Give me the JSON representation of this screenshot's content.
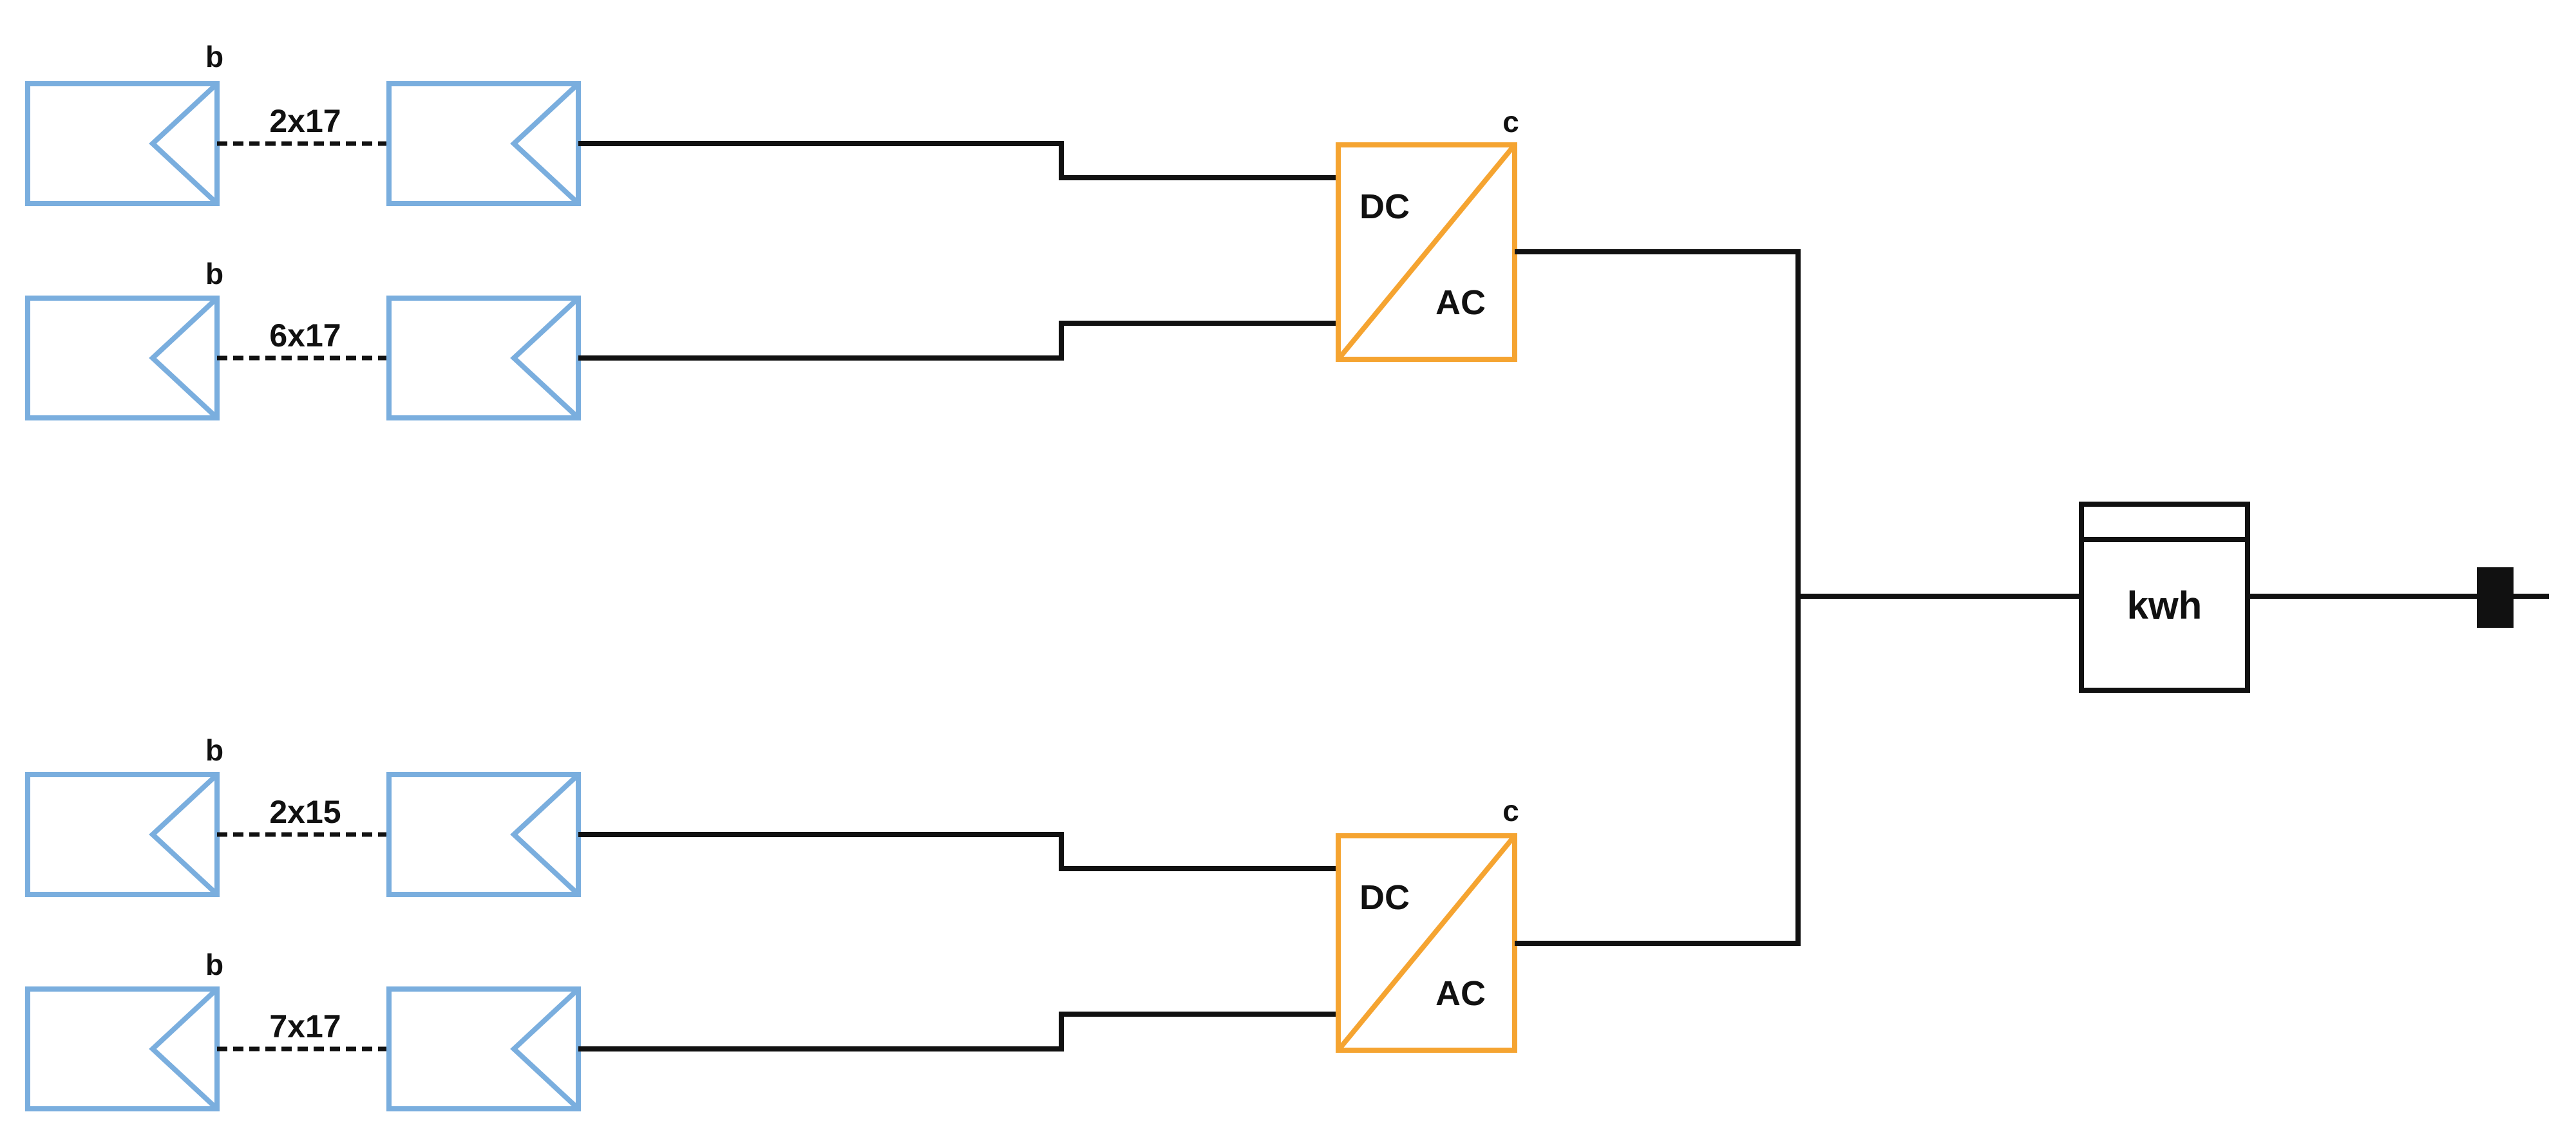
{
  "colors": {
    "pv_module": "#7AAEDE",
    "inverter": "#F5A431",
    "wire": "#111111",
    "background": "#FFFFFF"
  },
  "strings": [
    {
      "tag": "b",
      "config": "2x17"
    },
    {
      "tag": "b",
      "config": "6x17"
    },
    {
      "tag": "b",
      "config": "2x15"
    },
    {
      "tag": "b",
      "config": "7x17"
    }
  ],
  "inverters": [
    {
      "tag": "c",
      "dc_label": "DC",
      "ac_label": "AC"
    },
    {
      "tag": "c",
      "dc_label": "DC",
      "ac_label": "AC"
    }
  ],
  "meter": {
    "label": "kwh"
  }
}
